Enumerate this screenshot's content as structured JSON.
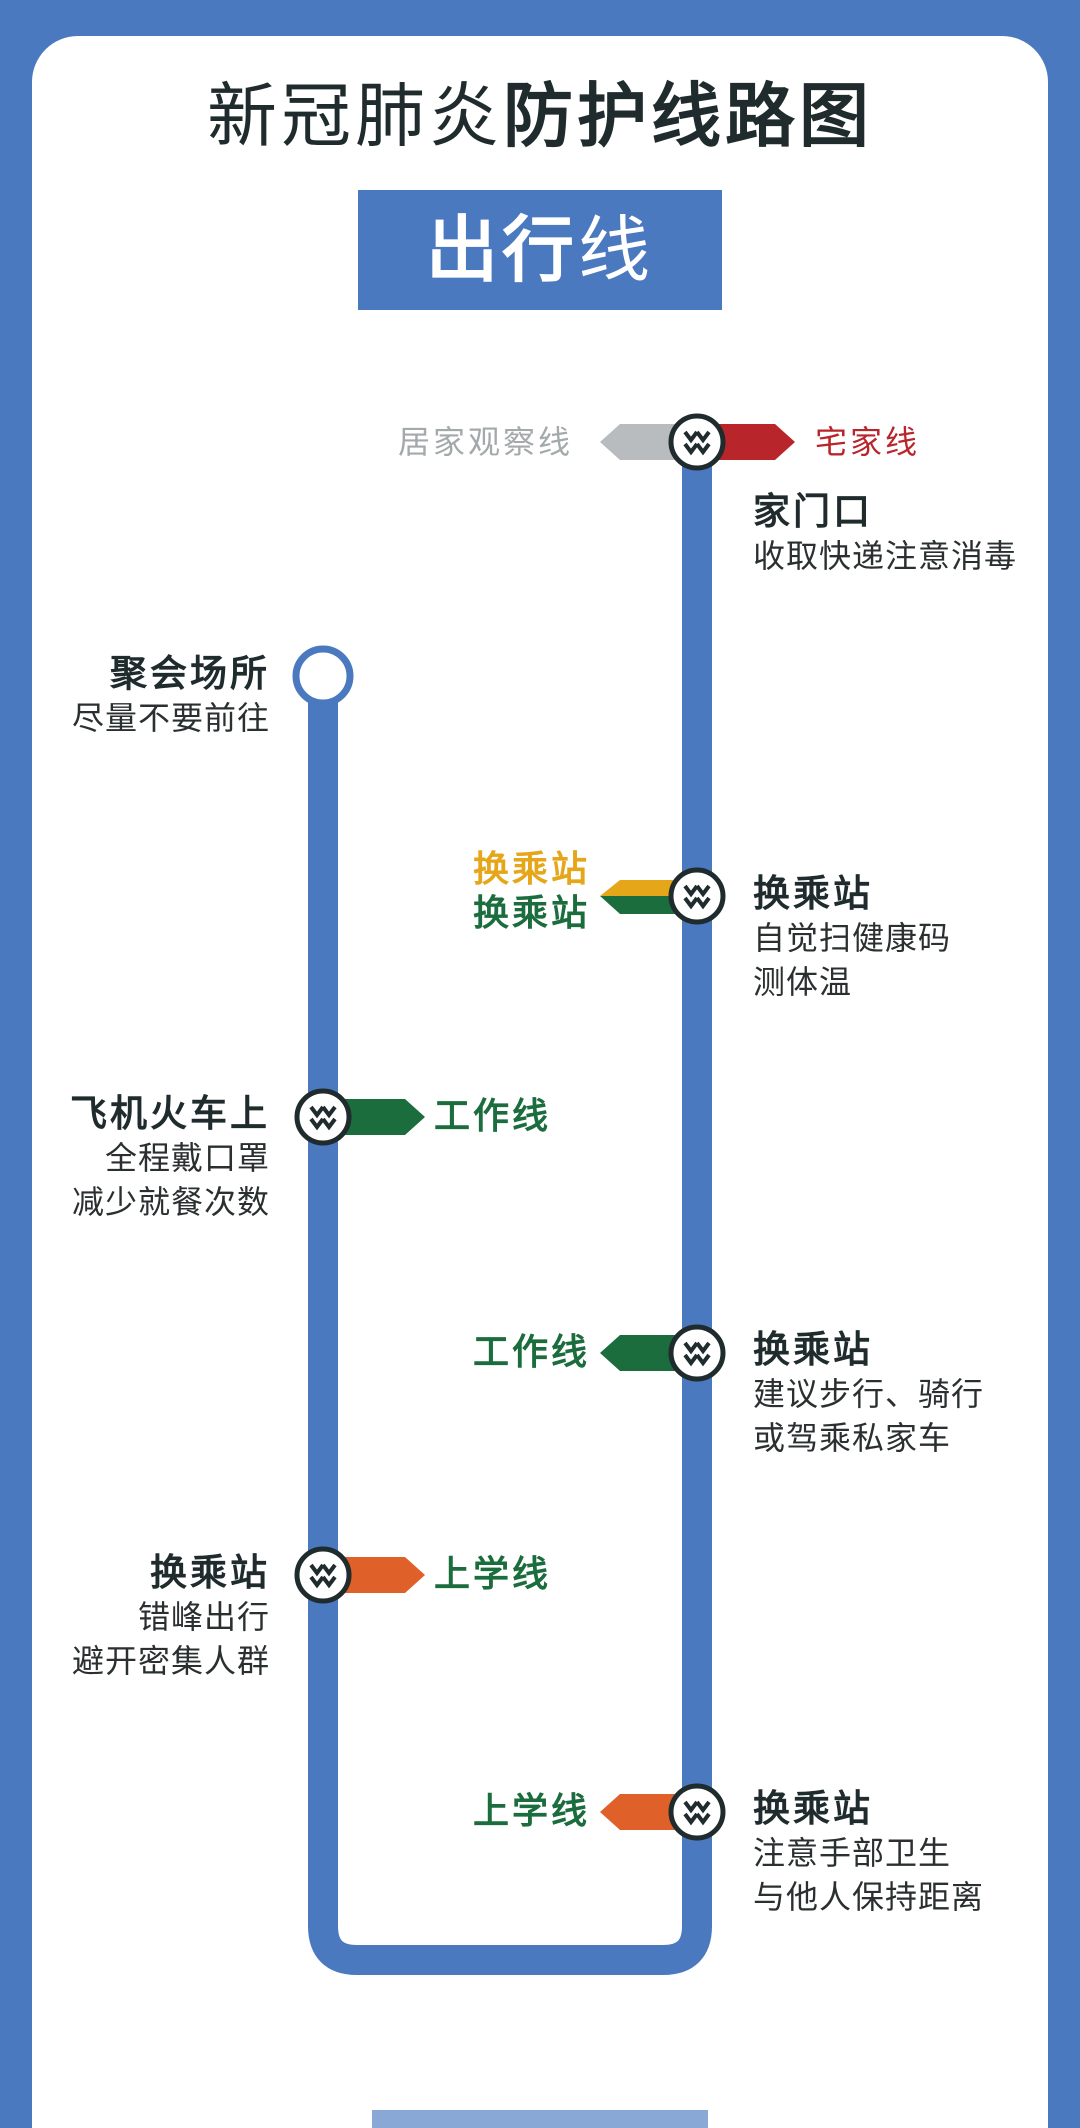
{
  "title": {
    "light": "新冠肺炎",
    "bold": "防护线路图"
  },
  "subtitle": {
    "bold": "出行",
    "light": "线"
  },
  "colors": {
    "background": "#4b79c0",
    "line": "#4b79c0",
    "grey_branch": "#b8bcbe",
    "red_branch": "#b8262c",
    "yellow_branch": "#e6a619",
    "green_branch": "#1b6d3e",
    "orange_branch": "#e0602a"
  },
  "top_branches": {
    "left": "居家观察线",
    "right": "宅家线"
  },
  "stations": {
    "home": {
      "name": "家门口",
      "desc": [
        "收取快递注意消毒"
      ]
    },
    "gathering": {
      "name": "聚会场所",
      "desc": [
        "尽量不要前往"
      ]
    },
    "transfer1": {
      "name": "换乘站",
      "desc": [
        "自觉扫健康码",
        "测体温"
      ]
    },
    "plane": {
      "name": "飞机火车上",
      "desc": [
        "全程戴口罩",
        "减少就餐次数"
      ]
    },
    "transfer2": {
      "name": "换乘站",
      "desc": [
        "建议步行、骑行",
        "或驾乘私家车"
      ]
    },
    "transfer3": {
      "name": "换乘站",
      "desc": [
        "错峰出行",
        "避开密集人群"
      ]
    },
    "transfer4": {
      "name": "换乘站",
      "desc": [
        "注意手部卫生",
        "与他人保持距离"
      ]
    }
  },
  "branches": {
    "transfer1_yellow": "换乘站",
    "transfer1_green": "换乘站",
    "plane_work": "工作线",
    "transfer2_work": "工作线",
    "transfer3_school": "上学线",
    "transfer4_school": "上学线"
  }
}
